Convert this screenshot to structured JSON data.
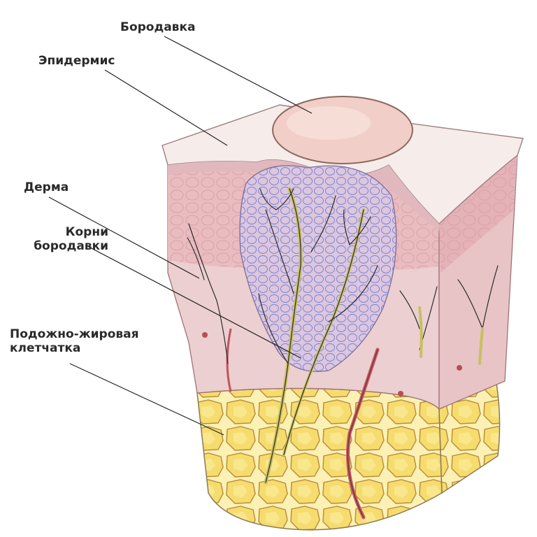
{
  "labels": {
    "wart": "Бородавка",
    "epidermis": "Эпидермис",
    "dermis": "Дерма",
    "roots_line1": "Корни",
    "roots_line2": "бородавки",
    "subcutaneous_line1": "Подожно-жировая",
    "subcutaneous_line2": "клетчатка"
  },
  "colors": {
    "epidermis": "#f6ecea",
    "dermis": "#e9bcc0",
    "dermis_lower": "#eccfd0",
    "fat": "#f4e48a",
    "fat_cells": "#f0d25c",
    "wart": "#f1cfc8",
    "wart_body": "#c8c2e6",
    "roots": "#e6e070",
    "leader_lines": "#222222"
  }
}
